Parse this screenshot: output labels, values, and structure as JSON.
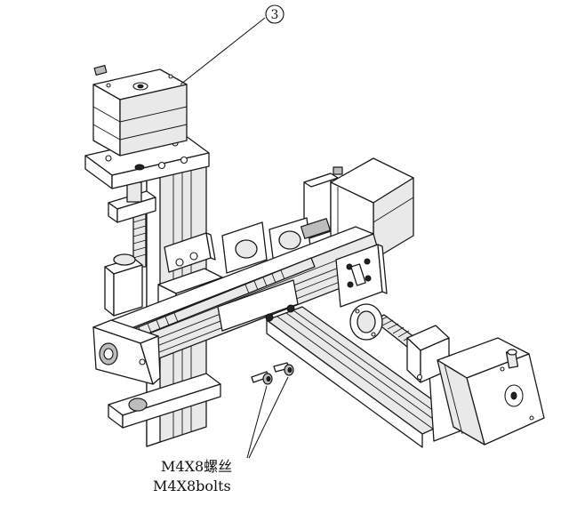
{
  "callout": {
    "number": "3"
  },
  "bolt_label": {
    "line1": "M4X8螺丝",
    "line2": "M4X8bolts"
  }
}
